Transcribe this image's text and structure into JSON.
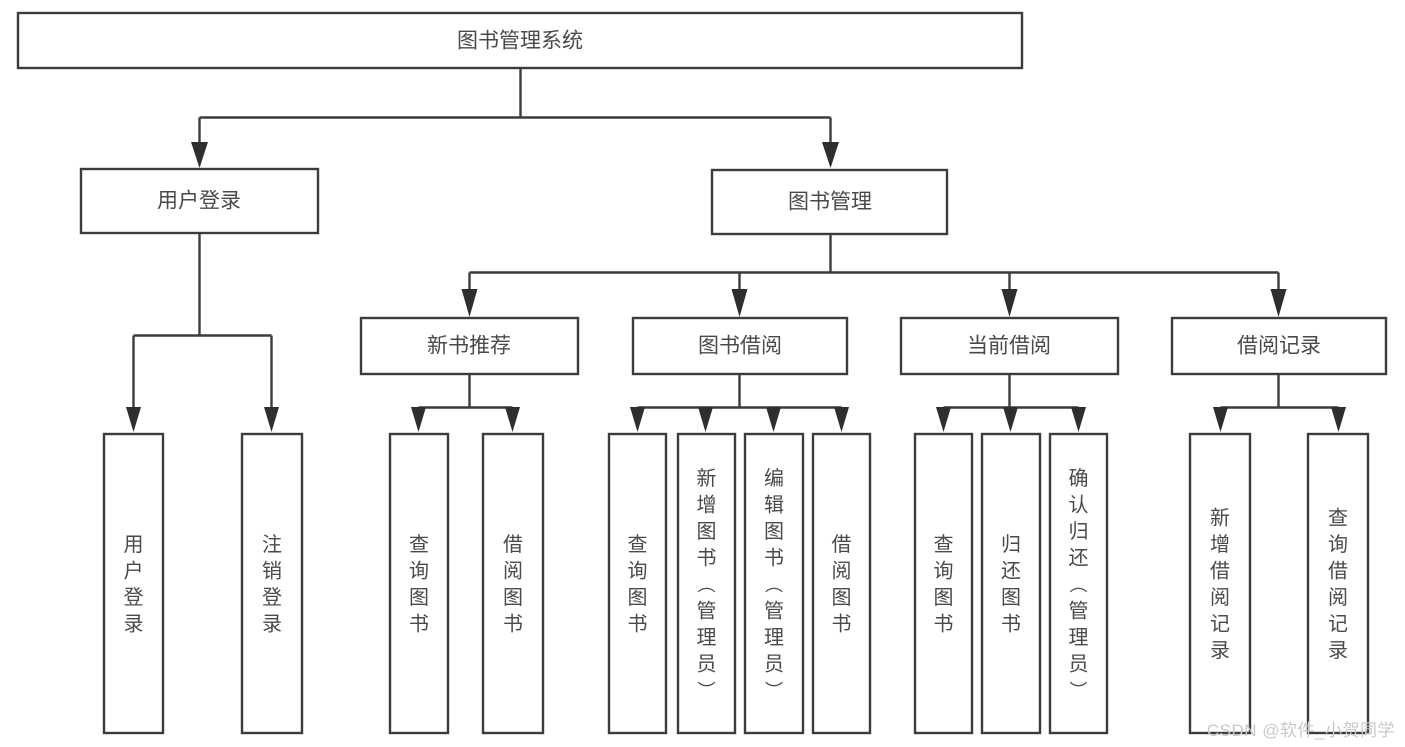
{
  "diagram": {
    "type": "tree-hierarchy",
    "title": "图书管理系统",
    "watermark": "CSDN @软件_小贺同学",
    "colors": {
      "box_border": "#3c3c3c",
      "connector": "#3c3c3c",
      "text": "#4a4a4a",
      "background": "#ffffff",
      "watermark": "#c9c9c9"
    },
    "levels": {
      "root": {
        "label": "图书管理系统",
        "orientation": "horizontal"
      },
      "level2": [
        {
          "id": "user-login",
          "label": "用户登录",
          "orientation": "horizontal"
        },
        {
          "id": "book-manage",
          "label": "图书管理",
          "orientation": "horizontal"
        }
      ],
      "level3": [
        {
          "id": "new-book-recommend",
          "label": "新书推荐",
          "orientation": "horizontal",
          "parent": "book-manage"
        },
        {
          "id": "book-borrow",
          "label": "图书借阅",
          "orientation": "horizontal",
          "parent": "book-manage"
        },
        {
          "id": "current-borrow",
          "label": "当前借阅",
          "orientation": "horizontal",
          "parent": "book-manage"
        },
        {
          "id": "borrow-record",
          "label": "借阅记录",
          "orientation": "horizontal",
          "parent": "book-manage"
        }
      ],
      "leaves": [
        {
          "id": "leaf-user-login",
          "label": "用户登录",
          "orientation": "vertical",
          "parent": "user-login"
        },
        {
          "id": "leaf-logout-login",
          "label": "注销登录",
          "orientation": "vertical",
          "parent": "user-login"
        },
        {
          "id": "leaf-query-book-1",
          "label": "查询图书",
          "orientation": "vertical",
          "parent": "new-book-recommend"
        },
        {
          "id": "leaf-borrow-book-1",
          "label": "借阅图书",
          "orientation": "vertical",
          "parent": "new-book-recommend"
        },
        {
          "id": "leaf-query-book-2",
          "label": "查询图书",
          "orientation": "vertical",
          "parent": "book-borrow"
        },
        {
          "id": "leaf-add-book",
          "label": "新增图书（管理员）",
          "orientation": "vertical",
          "parent": "book-borrow"
        },
        {
          "id": "leaf-edit-book",
          "label": "编辑图书（管理员）",
          "orientation": "vertical",
          "parent": "book-borrow"
        },
        {
          "id": "leaf-borrow-book-2",
          "label": "借阅图书",
          "orientation": "vertical",
          "parent": "book-borrow"
        },
        {
          "id": "leaf-query-book-3",
          "label": "查询图书",
          "orientation": "vertical",
          "parent": "current-borrow"
        },
        {
          "id": "leaf-return-book",
          "label": "归还图书",
          "orientation": "vertical",
          "parent": "current-borrow"
        },
        {
          "id": "leaf-confirm-return",
          "label": "确认归还（管理员）",
          "orientation": "vertical",
          "parent": "current-borrow"
        },
        {
          "id": "leaf-add-record",
          "label": "新增借阅记录",
          "orientation": "vertical",
          "parent": "borrow-record"
        },
        {
          "id": "leaf-query-record",
          "label": "查询借阅记录",
          "orientation": "vertical",
          "parent": "borrow-record"
        }
      ]
    }
  }
}
